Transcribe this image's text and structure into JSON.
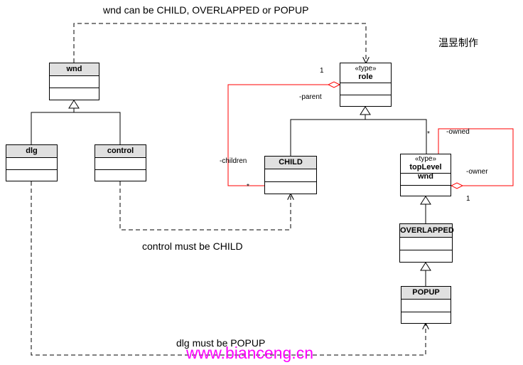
{
  "captions": {
    "top": "wnd can be CHILD, OVERLAPPED or POPUP",
    "control_child": "control must be CHILD",
    "dlg_popup": "dlg must be POPUP"
  },
  "author": "温昱制作",
  "watermark": "www.bianceng.cn",
  "classes": {
    "wnd": {
      "name": "wnd"
    },
    "dlg": {
      "name": "dlg"
    },
    "control": {
      "name": "control"
    },
    "role": {
      "stereotype": "«type»",
      "name": "role"
    },
    "child": {
      "name": "CHILD"
    },
    "toplevel": {
      "stereotype": "«type»",
      "name": "topLevel wnd"
    },
    "overlapped": {
      "name": "OVERLAPPED"
    },
    "popup": {
      "name": "POPUP"
    }
  },
  "labels": {
    "role_mult": "1",
    "parent": "-parent",
    "children": "-children",
    "child_mult": "*",
    "toplevel_mult_star": "*",
    "owned": "-owned",
    "owner": "-owner",
    "owner_mult": "1"
  },
  "colors": {
    "lines": "#000000",
    "aggregation": "#ff0000",
    "class_header": "#e0e0e0",
    "watermark": "#ff00ff"
  }
}
